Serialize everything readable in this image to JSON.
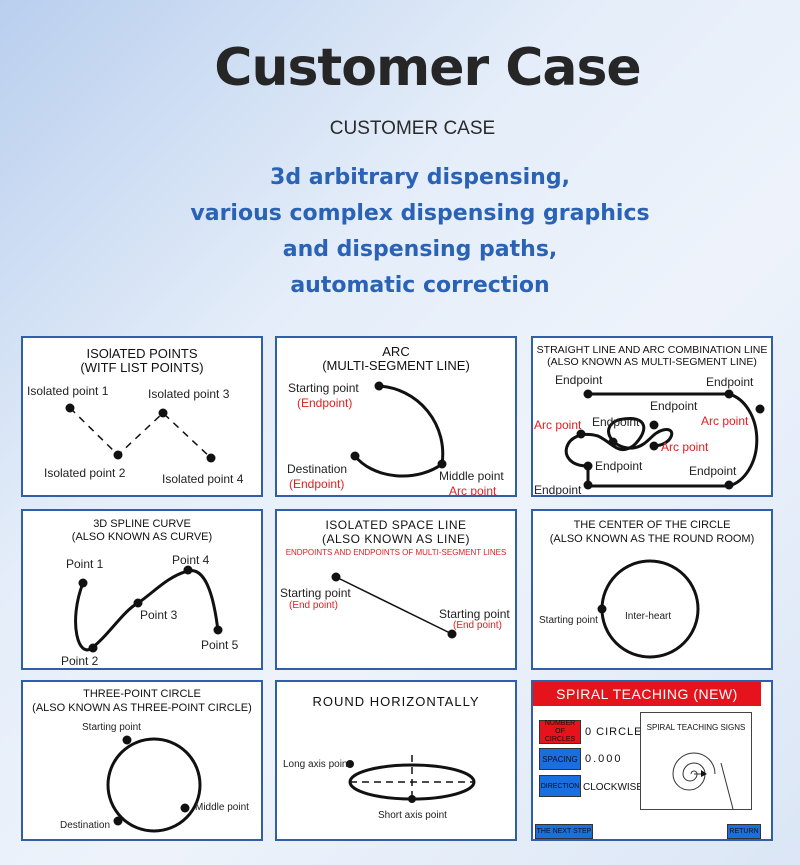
{
  "header": {
    "title": "Customer Case",
    "subtitle": "CUSTOMER CASE",
    "tagline": [
      "3d arbitrary dispensing,",
      "various complex dispensing graphics",
      "and dispensing paths,",
      "automatic correction"
    ]
  },
  "cards": {
    "isolated_points": {
      "title1": "ISOlATED POINTS",
      "title2": "(WITF LIST POINTS)",
      "p1": "Isolated point 1",
      "p2": "Isolated point 2",
      "p3": "Isolated point 3",
      "p4": "Isolated point 4"
    },
    "arc": {
      "title1": "ARC",
      "title2": "(MULTI-SEGMENT LINE)",
      "start": "Starting point",
      "start_sub": "(Endpoint)",
      "dest": "Destination",
      "dest_sub": "(Endpoint)",
      "middle": "Middle point",
      "middle_sub": "Arc point"
    },
    "line_arc": {
      "title1": "STRAIGHT LINE AND ARC COMBINATION LINE",
      "title2": "(ALSO KNOWN AS MULTI-SEGMENT LINE)",
      "endpoint": "Endpoint",
      "arc_point": "Arc point"
    },
    "spline": {
      "title1": "3D SPLINE CURVE",
      "title2": "(ALSO KNOWN AS CURVE)",
      "p1": "Point 1",
      "p2": "Point 2",
      "p3": "Point 3",
      "p4": "Point 4",
      "p5": "Point 5"
    },
    "space_line": {
      "title1": "ISOLATED SPACE LINE",
      "title2": "(ALSO KNOWN AS LINE)",
      "title3": "ENDPOINTS AND ENDPOINTS OF MULTI-SEGMENT LINES",
      "start": "Starting point",
      "start_sub": "(End point)",
      "end": "Starting point",
      "end_sub": "(End point)"
    },
    "circle_center": {
      "title1": "THE CENTER OF THE CIRCLE",
      "title2": "(ALSO KNOWN AS THE ROUND ROOM)",
      "start": "Starting point",
      "center": "Inter-heart"
    },
    "three_point": {
      "title1": "THREE-POINT CIRCLE",
      "title2": "(ALSO KNOWN AS THREE-POINT CIRCLE)",
      "start": "Starting point",
      "middle": "Middle point",
      "dest": "Destination"
    },
    "ellipse": {
      "title1": "ROUND HORIZONTALLY",
      "long": "Long axis point",
      "short": "Short axis point"
    },
    "spiral": {
      "header": "SPIRAL TEACHING (NEW)",
      "circles_btn": "NUMBER OF CIRCLES",
      "circles_val": "0 CIRCLE",
      "spacing_btn": "SPACING",
      "spacing_val": "0.000",
      "direction_btn": "DIRECTION",
      "direction_val": "CLOCKWISE",
      "signs": "SPIRAL TEACHING SIGNS",
      "next": "THE NEXT STEP",
      "return": "RETURN"
    }
  }
}
